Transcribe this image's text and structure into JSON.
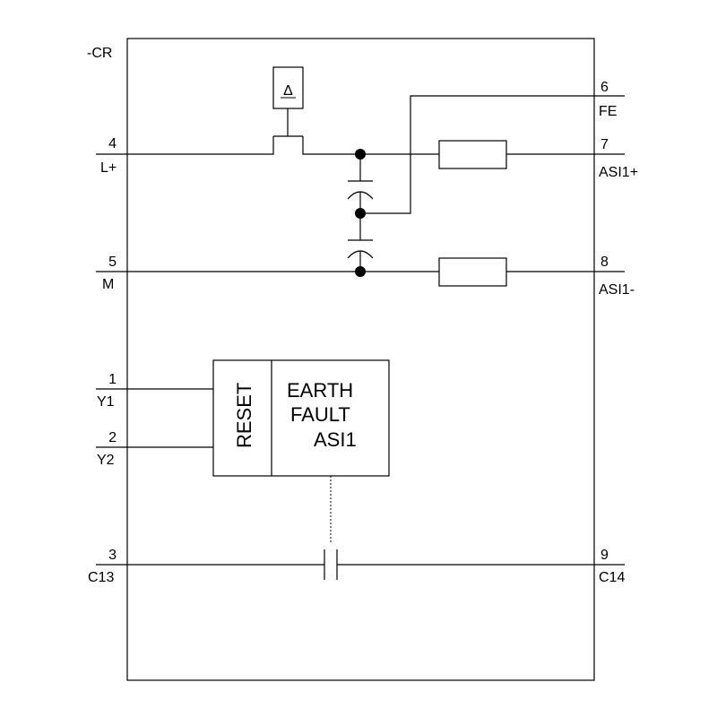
{
  "device_label": "-CR",
  "fuse_symbol": "Δ",
  "terminals": {
    "t4": {
      "number": "4",
      "name": "L+"
    },
    "t5": {
      "number": "5",
      "name": "M"
    },
    "t1": {
      "number": "1",
      "name": "Y1"
    },
    "t2": {
      "number": "2",
      "name": "Y2"
    },
    "t3": {
      "number": "3",
      "name": "C13"
    },
    "t6": {
      "number": "6",
      "name": "FE"
    },
    "t7": {
      "number": "7",
      "name": "ASI1+"
    },
    "t8": {
      "number": "8",
      "name": "ASI1-"
    },
    "t9": {
      "number": "9",
      "name": "C14"
    }
  },
  "function_block": {
    "reset_label": "RESET",
    "line1": "EARTH",
    "line2": "FAULT",
    "line3": "ASI1"
  }
}
